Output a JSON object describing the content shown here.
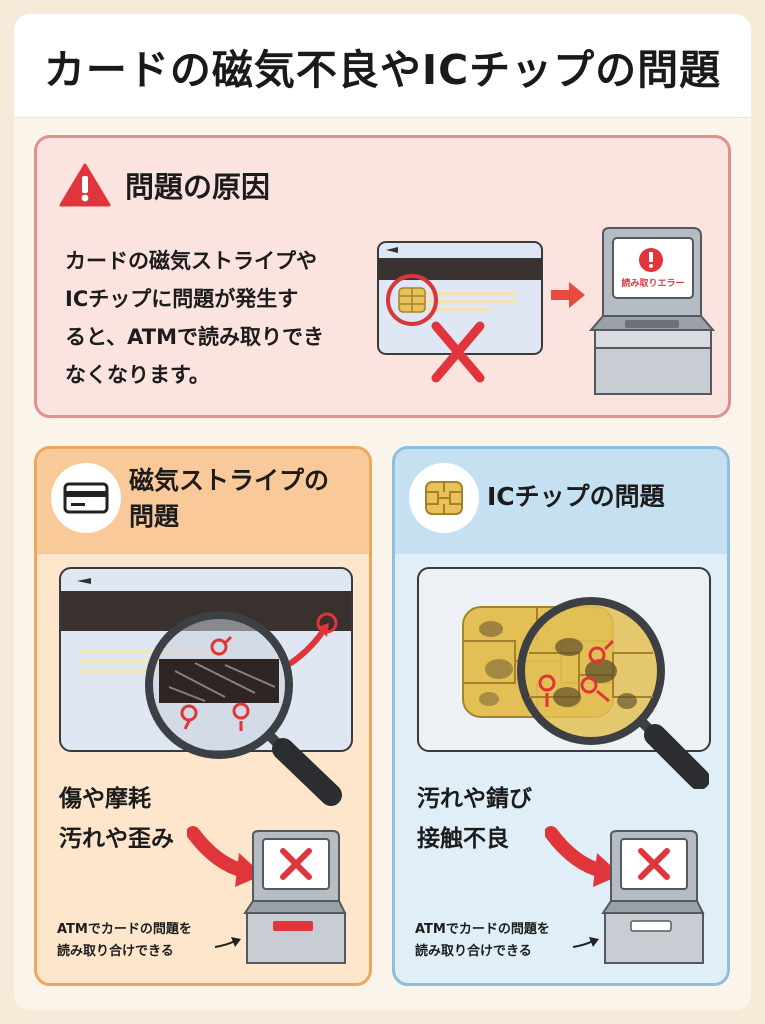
{
  "header": {
    "title": "カードの磁気不良やICチップの問題"
  },
  "cause": {
    "heading": "問題の原因",
    "lines": [
      "カードの磁気ストライプや",
      "ICチップに問題が発生す",
      "ると、ATMで読み取りでき",
      "なくなります。"
    ],
    "atm_screen_text": "読み取りエラー"
  },
  "magnetic": {
    "title_line1": "磁気ストライプの",
    "title_line2": "問題",
    "issues": [
      "傷や摩耗",
      "汚れや歪み"
    ],
    "note_line1": "ATMでカードの問題を",
    "note_line2": "読み取り合けできる"
  },
  "chip": {
    "title": "ICチップの問題",
    "issues": [
      "汚れや錆び",
      "接触不良"
    ],
    "note_line1": "ATMでカードの問題を",
    "note_line2": "読み取り合けできる"
  },
  "colors": {
    "cause_bg": "#fbe3e0",
    "magnetic_bg": "#fde6cc",
    "chip_bg": "#e0eef7",
    "alert_red": "#e0353a",
    "chip_gold": "#e7c35a"
  },
  "icons": [
    "warning-icon",
    "magnetic-card-icon",
    "ic-chip-icon",
    "magnifier-icon",
    "atm-icon",
    "error-x-icon",
    "arrow-icon"
  ]
}
